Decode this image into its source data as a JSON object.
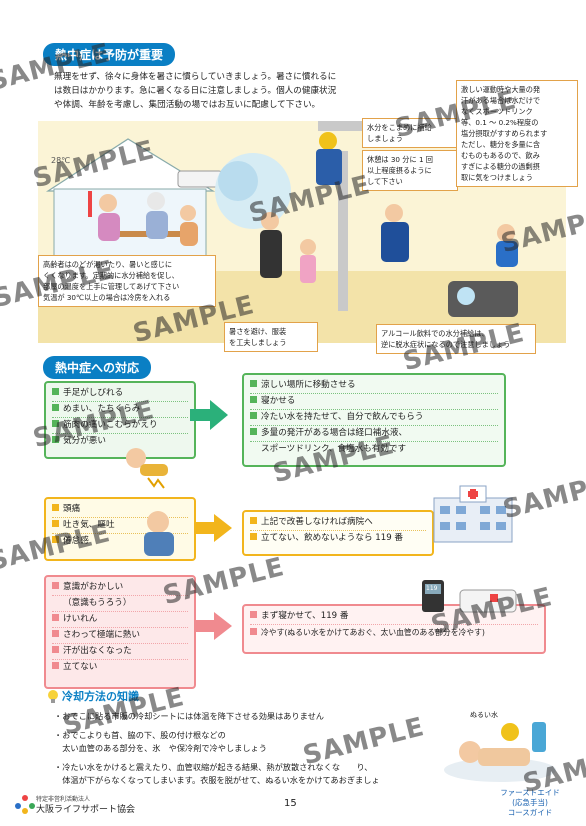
{
  "sections": {
    "prevention_title": "熱中症は予防が重要",
    "response_title": "熱中症への対応",
    "cooling_title": "冷却方法の知識"
  },
  "intro": [
    "無理をせず、徐々に身体を暑さに慣らしていきましょう。暑さに慣れるに",
    "は数日はかかります。急に暑くなる日に注意しましょう。個人の健康状況",
    "や体調、年齢を考慮し、集団活動の場ではお互いに配慮して下さい。"
  ],
  "callouts": {
    "water": [
      "水分をこまめに補給",
      "しましょう"
    ],
    "rest": [
      "休憩は 30 分に 1 回",
      "以上程度摂るように",
      "して下さい"
    ],
    "sweat": [
      "激しい運動時や大量の発",
      "汗がある場合は水だけで",
      "なくスポーツドリンク",
      "等、0.1 ～ 0.2%程度の",
      "塩分摂取がすすめられます",
      "ただし、糖分を多量に含",
      "むものもあるので、飲み",
      "すぎによる糖分の過剰摂",
      "取に気をつけましょう"
    ],
    "elderly": [
      "高齢者はのどが渇いたり、暑いと感じに",
      "くくなります。定期的に水分補給を促し、",
      "部屋の温度を上手に管理してあげて下さい",
      "気温が 30℃以上の場合は冷房を入れる"
    ],
    "clothes": [
      "暑さを避け、服装",
      "を工夫しましょう"
    ],
    "alcohol": [
      "アルコール飲料での水分補給は、",
      "逆に脱水症状になるので注意しましょう"
    ]
  },
  "scene_label": "28℃",
  "groups": [
    {
      "symptoms": [
        "手足がしびれる",
        "めまい、たちくらみ",
        "筋肉の痛いこむらがえり",
        "気分が悪い"
      ],
      "actions": [
        "涼しい場所に移動させる",
        "寝かせる",
        "冷たい水を持たせて、自分で飲んでもらう",
        "多量の発汗がある場合は経口補水液、",
        "スポーツドリンク、食塩水も有効です"
      ]
    },
    {
      "symptoms": [
        "頭痛",
        "吐き気、嘔吐",
        "倦怠感"
      ],
      "actions": [
        "上記で改善しなければ病院へ",
        "立てない、飲めないようなら 119 番"
      ]
    },
    {
      "symptoms": [
        "意識がおかしい",
        "（意識もうろう）",
        "けいれん",
        "さわって極端に熱い",
        "汗が出なくなった",
        "立てない"
      ],
      "actions": [
        "まず寝かせて、119 番",
        "冷やす(ぬるい水をかけてあおぐ、太い血管のある部分を冷やす)"
      ]
    }
  ],
  "phone_number": "119",
  "cooling": [
    "・おでこに貼る市販の冷却シートには体温を降下させる効果はありません",
    "・おでこよりも首、脇の下、股の付け根などの",
    "　太い血管のある部分を、氷　や保冷剤で冷やしましょう",
    "・冷たい水をかけると震えたり、血管収縮が起きる結果、熱が放散されなくな　　り、",
    "　体温が下がらなくなってしまいます。衣服を脱がせて、ぬるい水をかけてあおぎましょ"
  ],
  "warm_water_label": "ぬるい水",
  "footer": {
    "org_small": "特定非営利活動法人",
    "org": "大阪ライフサポート協会",
    "page": "15",
    "guide": [
      "ファーストエイド",
      "(応急手当)",
      "コースガイド"
    ]
  },
  "watermark": "SAMPLE",
  "colors": {
    "blue": "#0a7fc4",
    "green": "#55b45a",
    "yellow": "#f2b51c",
    "pink": "#f08a8f",
    "footer_text": "#1a62b0"
  }
}
